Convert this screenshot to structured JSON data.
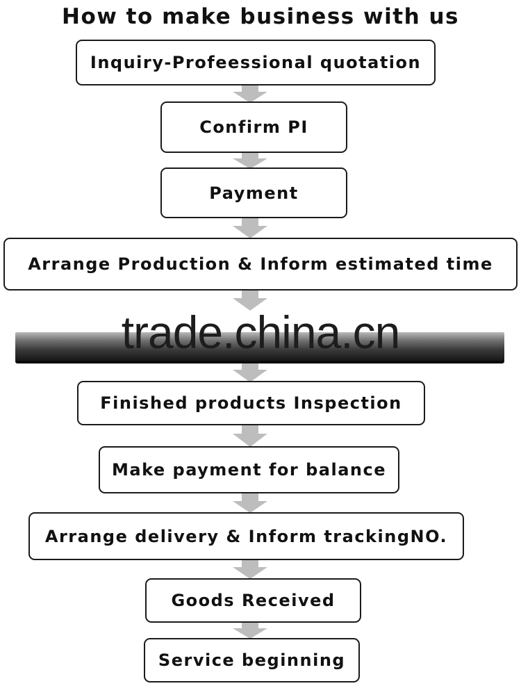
{
  "title": "How to make business with us",
  "steps": [
    "Inquiry-Profeessional quotation",
    "Confirm PI",
    "Payment",
    "Arrange Production & Inform estimated time",
    "Finished products Inspection",
    "Make payment for balance",
    "Arrange delivery & Inform trackingNO.",
    "Goods Received",
    "Service beginning"
  ],
  "watermark": "trade.china.cn",
  "colors": {
    "box_border": "#1a1a1a",
    "arrow": "#bdbdbd",
    "band": "#2a2a2a"
  }
}
